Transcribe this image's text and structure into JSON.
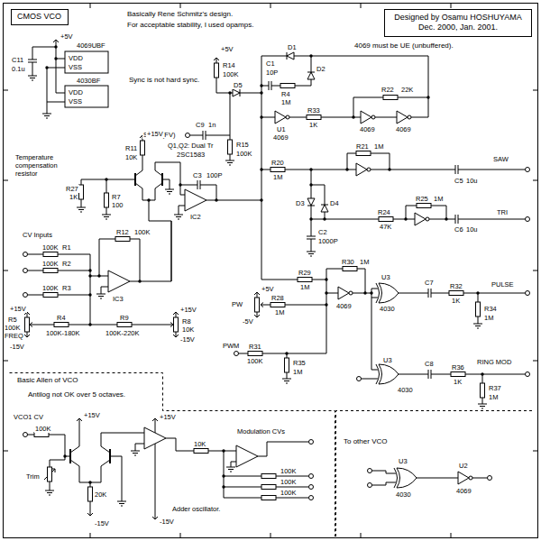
{
  "diagram": {
    "nodes": [
      {
        "text": [
          "CMOS VCO"
        ]
      },
      {
        "text": [
          "Designed by Osamu HOSHUYAMA",
          "Dec. 2000, Jan. 2001."
        ]
      },
      {
        "text": [
          "Basic Allen of VCO",
          "Antilog not OK over 5 octaves."
        ]
      },
      {
        "text": [
          "To other VCO"
        ]
      }
    ],
    "labels": [
      "Basically Rene Schmitz's design.",
      "For acceptable stability, I used opamps.",
      "4069 must be UE (unbuffered).",
      "Sync is not hard sync.",
      "+5V",
      "4069UBF",
      "VDD",
      "VSS",
      "4030BF",
      "VDD",
      "VSS",
      "C11",
      "0.1u",
      "+5V",
      "R14",
      "100K",
      "SYNC(FV)",
      "C9",
      "1n",
      "R15",
      "100K",
      "D5",
      "C1",
      "10P",
      "R4",
      "1M",
      "D1",
      "D2",
      "U1",
      "4069",
      "R33",
      "1K",
      "R22",
      "22K",
      "4069",
      "4069",
      "R20",
      "1M",
      "R21",
      "1M",
      "C5",
      "10u",
      "SAW",
      "D3",
      "D4",
      "C2",
      "1000P",
      "R24",
      "47K",
      "R25",
      "1M",
      "C6",
      "10u",
      "TRI",
      "R29",
      "1M",
      "R30",
      "1M",
      "4069",
      "U3",
      "4030",
      "C7",
      "R32",
      "1K",
      "PULSE",
      "R34",
      "1M",
      "PW",
      "+5V",
      "-5V",
      "R28",
      "1M",
      "PWM",
      "R31",
      "100K",
      "R35",
      "1M",
      "U3",
      "4030",
      "C8",
      "R36",
      "1K",
      "RING MOD",
      "R37",
      "1M",
      "+15V",
      "R11",
      "10K",
      "Q1,Q2: Dual Tr",
      "2SC1583",
      "C3",
      "100P",
      "IC2",
      "Temperature compensation resistor",
      "R27",
      "1K",
      "R7",
      "100",
      "CV Inputs",
      "100K",
      "R1",
      "100K",
      "R2",
      "100K",
      "R3",
      "R12",
      "100K",
      "IC3",
      "+15V",
      "R5",
      "100K",
      "FREQ",
      "-15V",
      "R4",
      "100K-180K",
      "R9",
      "100K-220K",
      "R8",
      "10K",
      "+15V",
      "-15V",
      "VCO1 CV",
      "100K",
      "Trim",
      "+15V",
      "-15V",
      "20K",
      "Modulation CVs",
      "100K",
      "100K",
      "100K",
      "+15V",
      "10K",
      "Adder oscillator.",
      "-15V",
      "U3",
      "4030",
      "U2",
      "4069"
    ]
  }
}
